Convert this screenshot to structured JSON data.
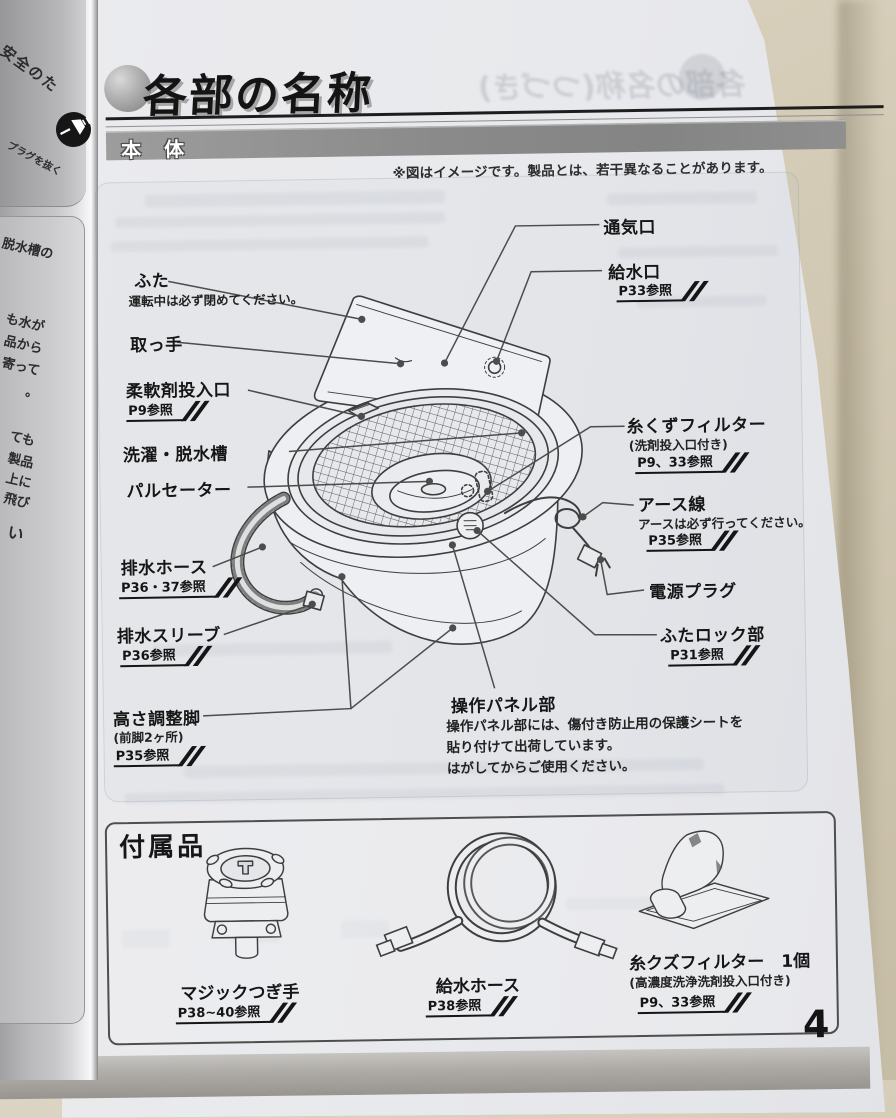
{
  "page": {
    "title": "各部の名称",
    "showthrough_title": "各部の名称(つづき)",
    "section_header": "本 体",
    "note": "※図はイメージです。製品とは、若干異なることがあります。",
    "number": "4"
  },
  "prev_page": {
    "fragment_top": "安全のた",
    "fragment_plug": "プラグを抜く",
    "fragments": [
      "脱水槽の",
      "も水が",
      "品から",
      "寄って",
      "。",
      "ても",
      "製品",
      "上に",
      "飛び",
      "い"
    ]
  },
  "labels": {
    "lid": {
      "name": "ふた",
      "sub": "運転中は必ず閉めてください。"
    },
    "handle": {
      "name": "取っ手"
    },
    "softener_inlet": {
      "name": "柔軟剤投入口",
      "ref": "P9参照"
    },
    "wash_tub": {
      "name": "洗濯・脱水槽"
    },
    "pulsator": {
      "name": "パルセーター"
    },
    "drain_hose": {
      "name": "排水ホース",
      "ref": "P36・37参照"
    },
    "drain_sleeve": {
      "name": "排水スリーブ",
      "ref": "P36参照"
    },
    "leveling_feet": {
      "name": "高さ調整脚",
      "sub": "(前脚2ヶ所)",
      "ref": "P35参照"
    },
    "vent": {
      "name": "通気口"
    },
    "water_inlet": {
      "name": "給水口",
      "ref": "P33参照"
    },
    "lint_filter": {
      "name": "糸くずフィルター",
      "sub": "(洗剤投入口付き)",
      "ref": "P9、33参照"
    },
    "earth_wire": {
      "name": "アース線",
      "sub": "アースは必ず行ってください。",
      "ref": "P35参照"
    },
    "power_plug": {
      "name": "電源プラグ"
    },
    "lid_lock": {
      "name": "ふたロック部",
      "ref": "P31参照"
    },
    "control_panel": {
      "name": "操作パネル部",
      "sub": "操作パネル部には、傷付き防止用の保護シートを\n貼り付けて出荷しています。\nはがしてからご使用ください。"
    }
  },
  "accessories": {
    "header": "付属品",
    "items": [
      {
        "name": "マジックつぎ手",
        "ref": "P38~40参照"
      },
      {
        "name": "給水ホース",
        "ref": "P38参照"
      },
      {
        "name": "糸クズフィルター　1個",
        "sub": "(高濃度洗浄洗剤投入口付き)",
        "ref": "P9、33参照"
      }
    ]
  }
}
